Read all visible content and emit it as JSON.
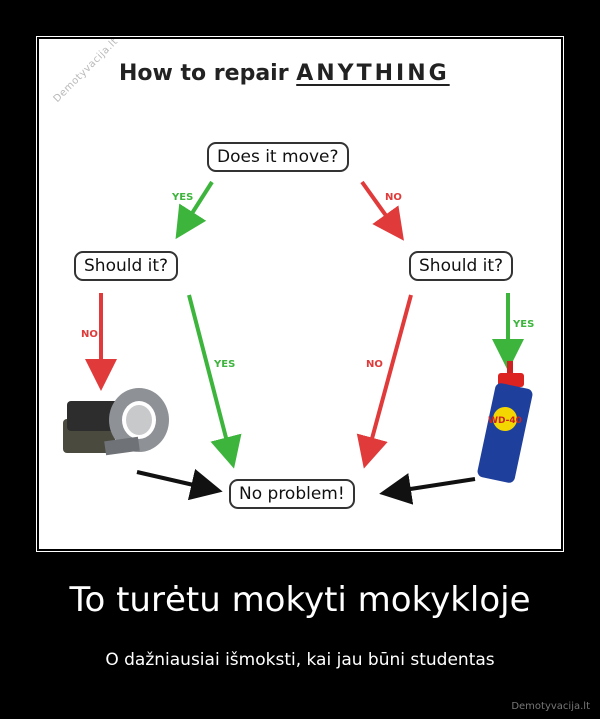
{
  "title": {
    "prefix": "How to repair ",
    "emphasis": "ANYTHING"
  },
  "ribbon": "Demotyvacija.lt",
  "nodes": {
    "top": "Does it move?",
    "left": "Should it?",
    "right": "Should it?",
    "bottom": "No problem!"
  },
  "labels": {
    "top_yes": "YES",
    "top_no": "NO",
    "left_no": "NO",
    "left_yes": "YES",
    "right_no": "NO",
    "right_yes": "YES"
  },
  "items": {
    "tape": "duct-tape",
    "spray": "WD-40"
  },
  "caption": {
    "main": "To turėtu mokyti mokykloje",
    "sub": "O dažniausiai išmoksti, kai jau būni studentas"
  },
  "watermark": "Demotyvacija.lt",
  "colors": {
    "yes": "#3db53d",
    "no": "#e03a3a",
    "neutral": "#111111"
  }
}
